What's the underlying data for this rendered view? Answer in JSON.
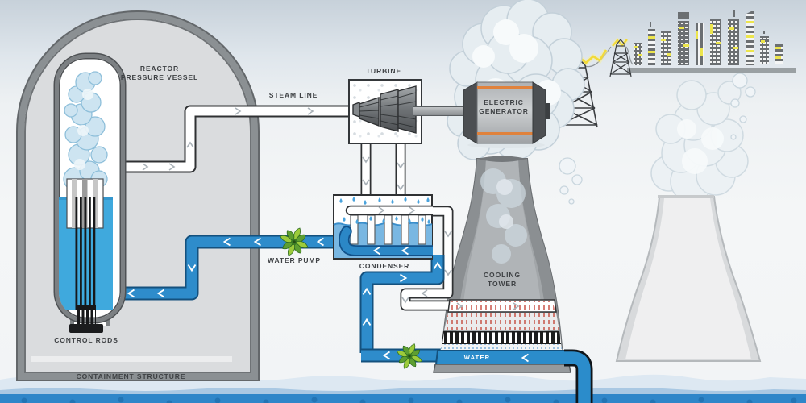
{
  "diagram": {
    "subject": "nuclear-power-plant-process-diagram",
    "labels": {
      "reactor_pressure_vessel": "REACTOR PRESSURE VESSEL",
      "control_rods": "CONTROL RODS",
      "containment_structure": "CONTAINMENT STRUCTURE",
      "steam_line": "STEAM LINE",
      "turbine": "TURBINE",
      "electric_generator": "ELECTRIC GENERATOR",
      "water_pump": "WATER PUMP",
      "condenser": "CONDENSER",
      "cooling_tower": "COOLING TOWER",
      "water": "WATER"
    },
    "colors": {
      "pipe_water_blue": "#2e8ccb",
      "pipe_outline_dark": "#2f3133",
      "reactor_water_blue": "#3fa9dd",
      "steam_cloud": "#e6edf1",
      "pump_green_light": "#9ccb3b",
      "pump_green_dark": "#5d9e31",
      "generator_accent_orange": "#e0823c",
      "city_window_yellow": "#ece54d",
      "electricity_yellow": "#f2da38",
      "river_blue": "#2e86c9",
      "containment_gray": "#dadcde",
      "cooling_tower_gray": "#a2a6a9",
      "spray_red": "#c0392b"
    }
  }
}
